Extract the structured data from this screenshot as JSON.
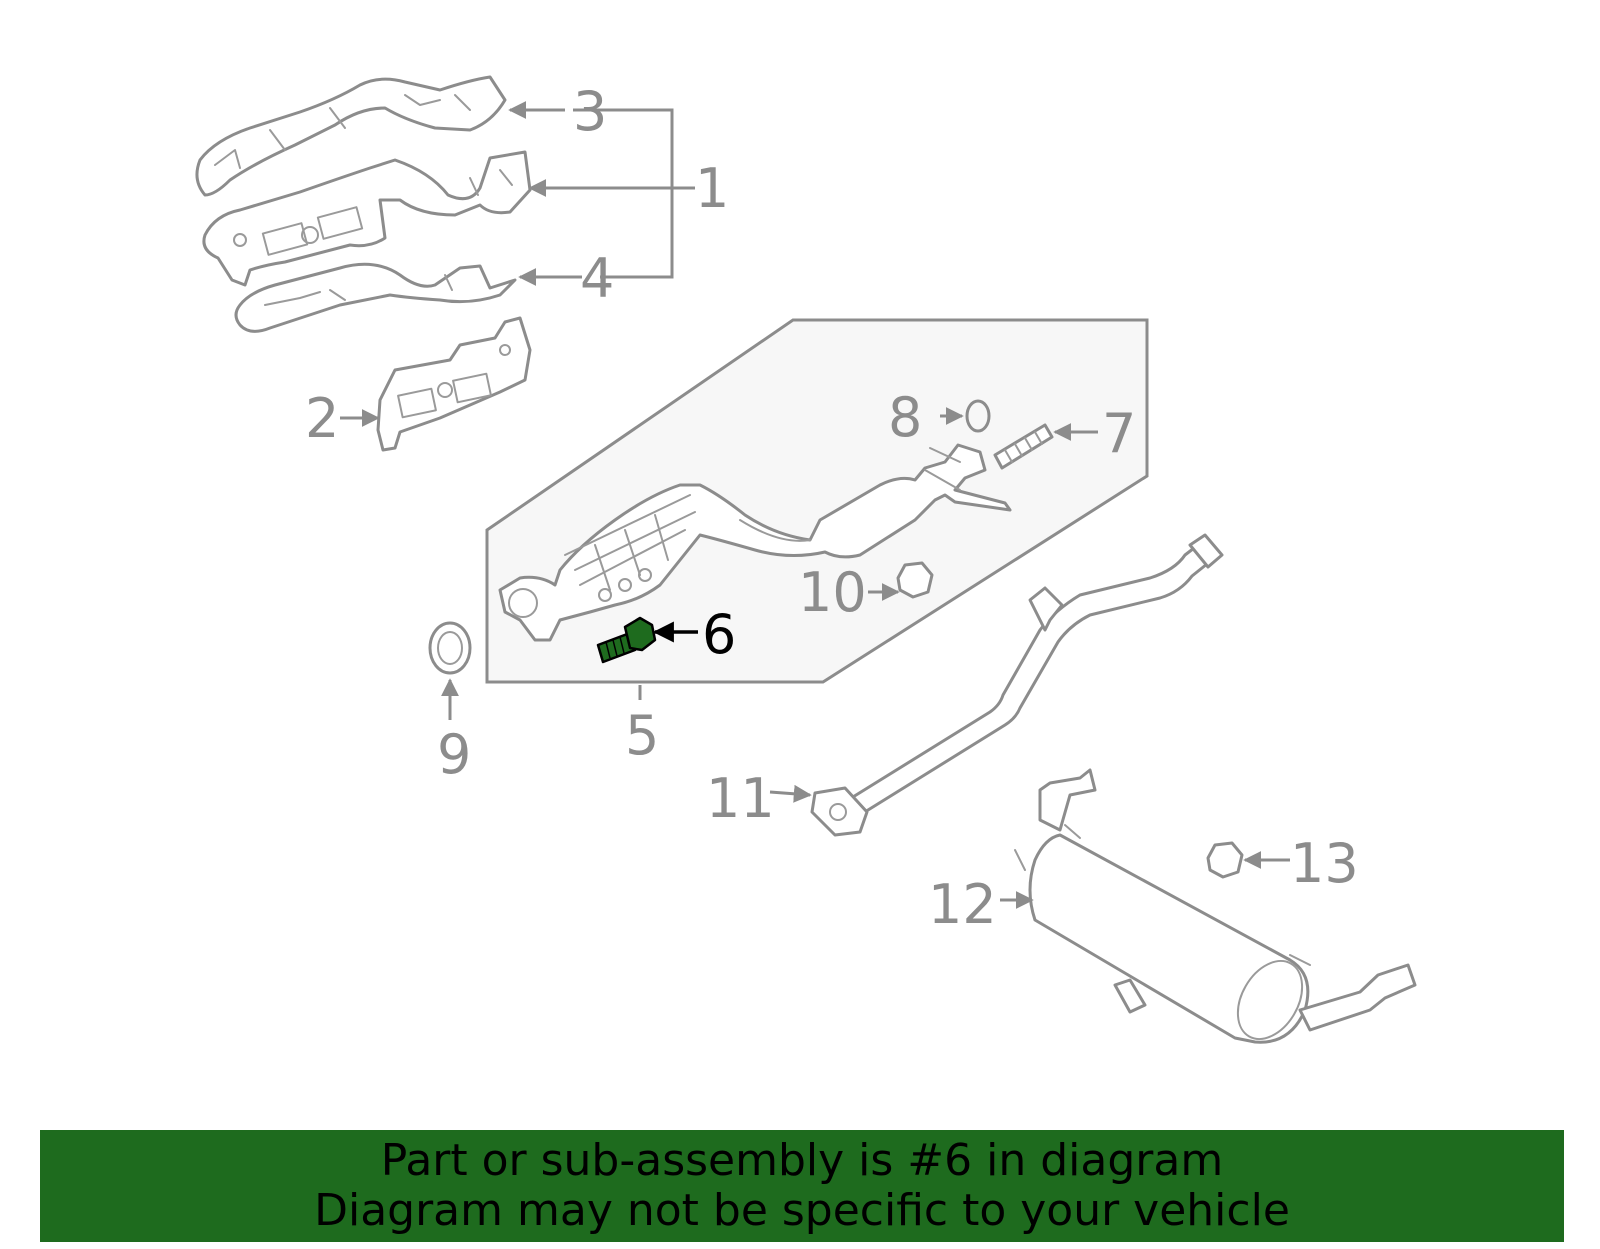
{
  "diagram": {
    "callouts": {
      "c1": "1",
      "c2": "2",
      "c3": "3",
      "c4": "4",
      "c5": "5",
      "c6": "6",
      "c7": "7",
      "c8": "8",
      "c9": "9",
      "c10": "10",
      "c11": "11",
      "c12": "12",
      "c13": "13"
    },
    "highlight_color": "#1e6b1e",
    "highlighted_part": "6"
  },
  "banner": {
    "line1": "Part or sub-assembly is #6 in diagram",
    "line2": "Diagram may not be specific to your vehicle",
    "color": "#1e6b1e"
  }
}
